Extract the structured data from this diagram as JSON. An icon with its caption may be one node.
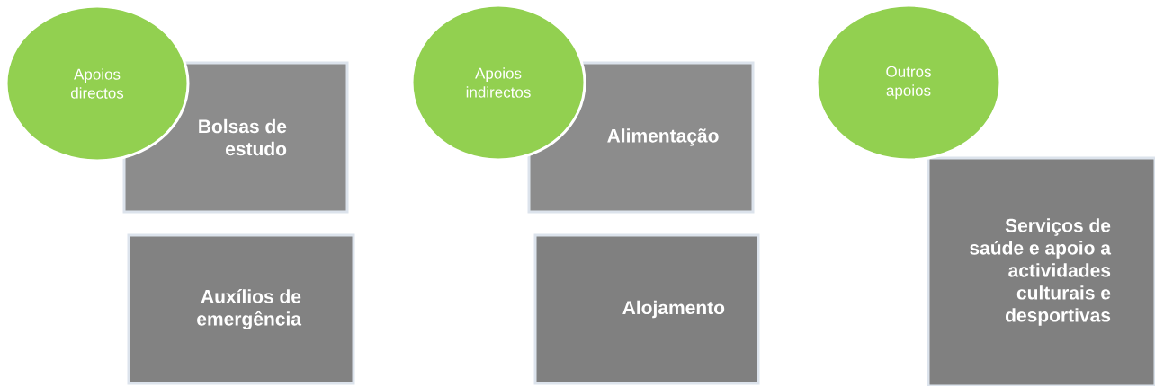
{
  "diagram": {
    "nodes": [
      {
        "text": [
          "Apoios directos"
        ]
      },
      {
        "text": [
          "Bolsas de estudo"
        ]
      },
      {
        "text": [
          "Auxílios de emergência"
        ]
      },
      {
        "text": [
          "Apoios indirectos"
        ]
      },
      {
        "text": [
          "Alimentação"
        ]
      },
      {
        "text": [
          "Alojamento"
        ]
      },
      {
        "text": [
          "Outros apoios"
        ]
      },
      {
        "text": [
          "Serviços de saúde e apoio a actividades culturais e desportivas"
        ]
      }
    ]
  }
}
